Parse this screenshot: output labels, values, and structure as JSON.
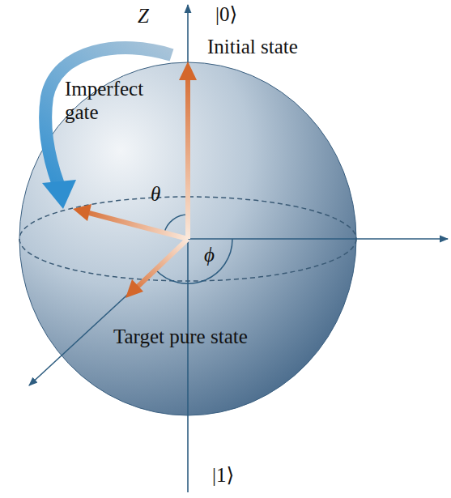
{
  "diagram": {
    "labels": [
      "Z",
      "|0⟩",
      "Initial state",
      "Imperfect gate",
      "θ",
      "ϕ",
      "Target pure state",
      "|1⟩"
    ]
  }
}
